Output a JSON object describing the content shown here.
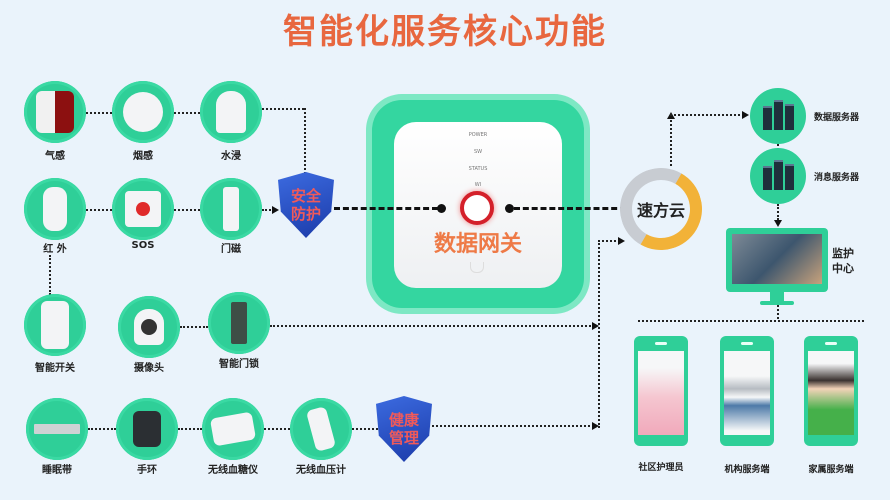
{
  "title": "智能化服务核心功能",
  "colors": {
    "background": "#eaf3fb",
    "title": "#e8673f",
    "accent_green": "#2fcf98",
    "shield_blue": "#2450c0",
    "shield_text": "#f05a5a",
    "gateway_text": "#ee7a46",
    "gateway_ring": "#d4202a",
    "cloud_orange": "#f2b238"
  },
  "devices": [
    {
      "label": "气感",
      "icon": "gas-sensor-icon"
    },
    {
      "label": "烟感",
      "icon": "smoke-detector-icon"
    },
    {
      "label": "水浸",
      "icon": "water-sensor-icon"
    },
    {
      "label": "红 外",
      "icon": "infrared-sensor-icon"
    },
    {
      "label": "SOS",
      "icon": "sos-button-icon"
    },
    {
      "label": "门磁",
      "icon": "door-magnet-icon"
    },
    {
      "label": "智能开关",
      "icon": "smart-switch-icon"
    },
    {
      "label": "摄像头",
      "icon": "camera-icon"
    },
    {
      "label": "智能门锁",
      "icon": "smart-lock-icon"
    },
    {
      "label": "睡眠带",
      "icon": "sleep-belt-icon"
    },
    {
      "label": "手环",
      "icon": "wristband-icon"
    },
    {
      "label": "无线血糖仪",
      "icon": "glucose-meter-icon"
    },
    {
      "label": "无线血压计",
      "icon": "blood-pressure-meter-icon"
    }
  ],
  "shields": {
    "security": {
      "line1": "安全",
      "line2": "防护"
    },
    "health": {
      "line1": "健康",
      "line2": "管理"
    }
  },
  "gateway": {
    "label": "数据网关",
    "leds": [
      "POWER",
      "SW",
      "STATUS",
      "WI"
    ]
  },
  "cloud": {
    "label": "速方云"
  },
  "servers": [
    {
      "label": "数据服务器"
    },
    {
      "label": "消息服务器"
    }
  ],
  "monitor": {
    "line1": "监护",
    "line2": "中心"
  },
  "endpoints": [
    {
      "label": "社区护理员"
    },
    {
      "label": "机构服务端"
    },
    {
      "label": "家属服务端"
    }
  ]
}
